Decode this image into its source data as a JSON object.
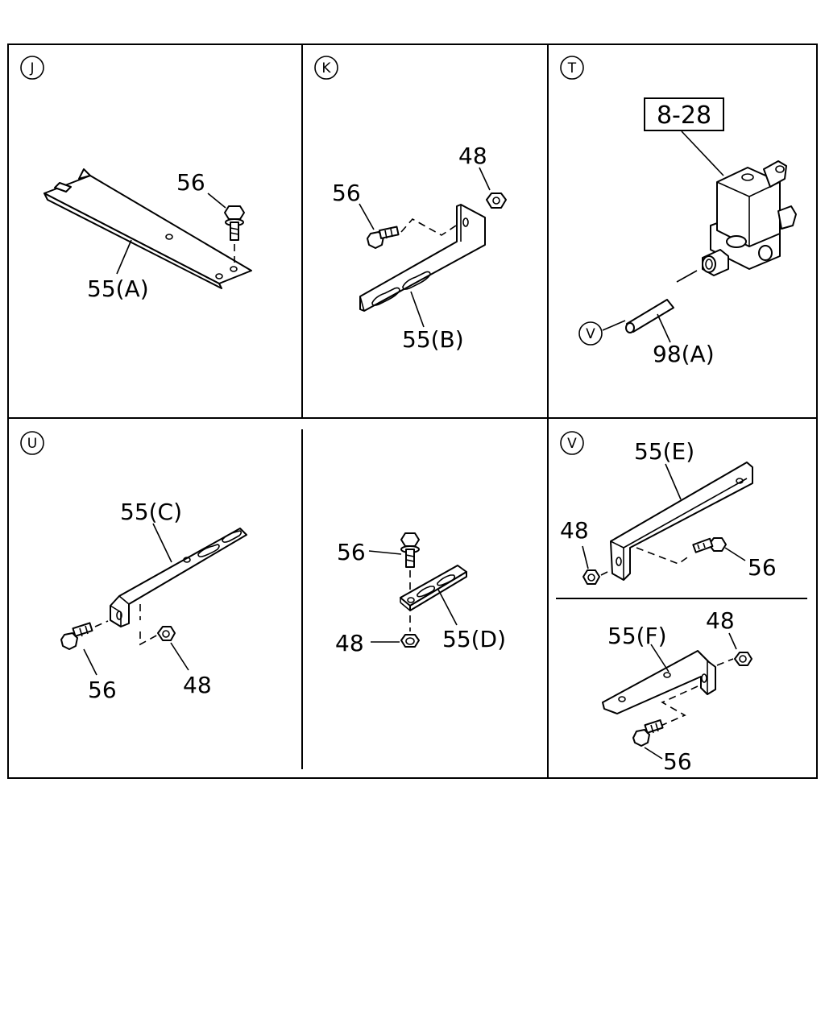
{
  "panels": {
    "j": {
      "marker": "J",
      "labels": {
        "bolt": "56",
        "bracket": "55(A)"
      }
    },
    "k": {
      "marker": "K",
      "labels": {
        "nut": "48",
        "bolt": "56",
        "bracket": "55(B)"
      }
    },
    "t": {
      "marker": "T",
      "ref_box": "8-28",
      "hose_marker": "V",
      "labels": {
        "hose": "98(A)"
      }
    },
    "u": {
      "marker": "U",
      "labels": {
        "bracket": "55(C)",
        "bolt": "56",
        "nut": "48"
      }
    },
    "d": {
      "labels": {
        "bolt": "56",
        "nut": "48",
        "bracket": "55(D)"
      }
    },
    "v": {
      "marker": "V",
      "upper": {
        "bracket": "55(E)",
        "nut": "48",
        "bolt": "56"
      },
      "lower": {
        "bracket": "55(F)",
        "nut": "48",
        "bolt": "56"
      }
    }
  }
}
